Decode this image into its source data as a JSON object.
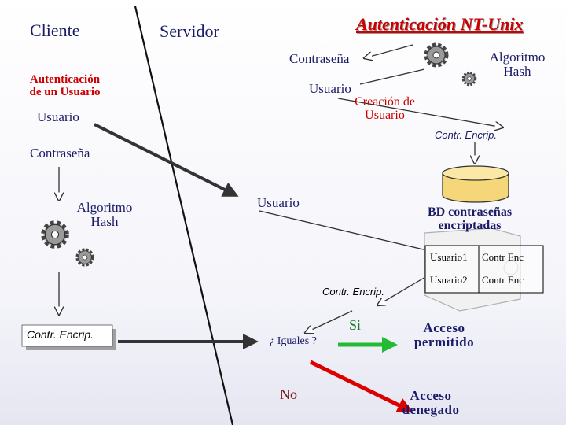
{
  "headers": {
    "cliente": "Cliente",
    "servidor": "Servidor",
    "title": "Autenticación NT-Unix"
  },
  "client": {
    "auth_line1": "Autenticación",
    "auth_line2": "de un Usuario",
    "usuario": "Usuario",
    "contrasena": "Contraseña",
    "algoritmo": "Algoritmo",
    "hash": "Hash",
    "contr_encrip": "Contr. Encrip."
  },
  "server": {
    "contrasena": "Contraseña",
    "usuario": "Usuario",
    "creacion_line1": "Creación de",
    "creacion_line2": "Usuario",
    "algoritmo": "Algoritmo",
    "hash": "Hash",
    "contr_encrip_top": "Contr. Encrip.",
    "usuario_db": "Usuario",
    "bd_line1": "BD contraseñas",
    "bd_line2": "encriptadas",
    "contr_encrip_mid": "Contr. Encrip.",
    "iguales": "¿ Iguales ?",
    "si": "Si",
    "no": "No",
    "acceso_line1": "Acceso",
    "acceso_permitido": "permitido",
    "acceso_denegado": "denegado"
  },
  "db_table": {
    "rows": [
      [
        "Usuario1",
        "Contr Enc"
      ],
      [
        "Usuario2",
        "Contr Enc"
      ]
    ]
  },
  "colors": {
    "navy": "#1a1a66",
    "red": "#cc0000",
    "green": "#22bb33",
    "db_fill": "#f5d77a",
    "db_stroke": "#333333"
  }
}
